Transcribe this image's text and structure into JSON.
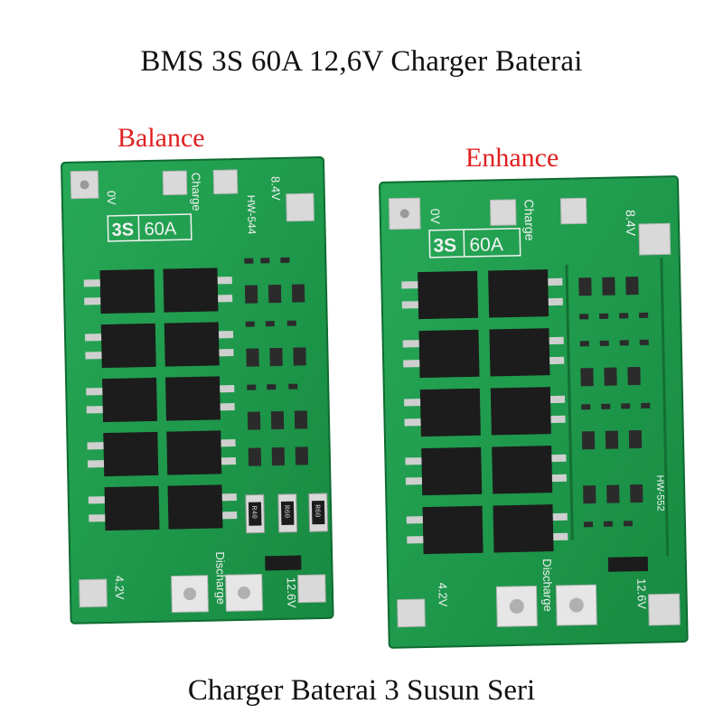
{
  "title": "BMS 3S 60A 12,6V Charger Baterai",
  "subtitle": "Charger Baterai 3 Susun Seri",
  "variants": [
    {
      "label": "Balance",
      "label_color": "#e02020",
      "silk": {
        "badge_cells": "3S",
        "badge_current": "60A",
        "model": "HW-544",
        "top_pads": [
          "0V",
          "Charge",
          "8.4V"
        ],
        "bottom_pads": [
          "4.2V",
          "Discharge",
          "12.6V"
        ],
        "resistors": [
          "R40",
          "R60",
          "R60"
        ]
      }
    },
    {
      "label": "Enhance",
      "label_color": "#e02020",
      "silk": {
        "badge_cells": "3S",
        "badge_current": "60A",
        "model": "HW-552",
        "top_pads": [
          "0V",
          "Charge",
          "8.4V"
        ],
        "bottom_pads": [
          "4.2V",
          "Discharge",
          "12.6V"
        ]
      }
    }
  ],
  "colors": {
    "pcb": "#1f9e4c",
    "pcb_dark": "#137a37",
    "mosfet": "#1c1c1c",
    "pad": "#d9d9d9",
    "label": "#e02020"
  }
}
